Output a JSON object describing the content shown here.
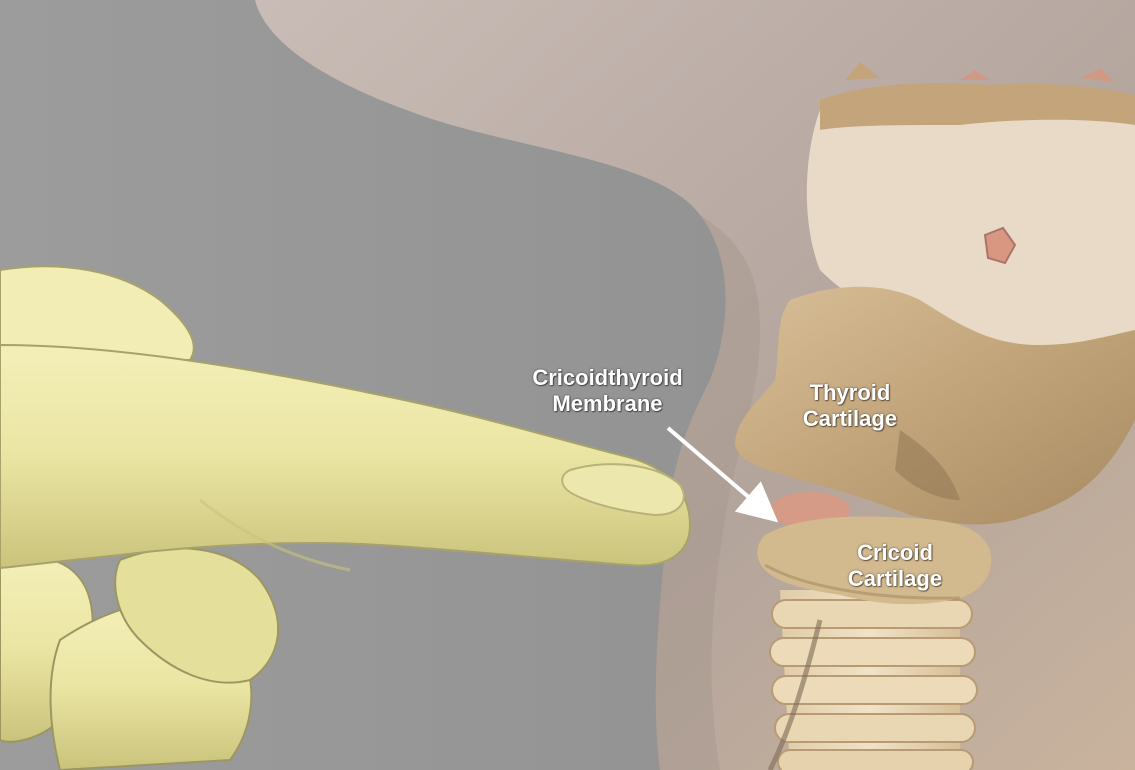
{
  "labels": {
    "membrane": {
      "line1": "Cricoidthyroid",
      "line2": "Membrane"
    },
    "thyroid": {
      "line1": "Thyroid",
      "line2": "Cartilage"
    },
    "cricoid": {
      "line1": "Cricoid",
      "line2": "Cartilage"
    }
  },
  "colors": {
    "background": "#9a9a9a",
    "neck_skin": "#b9aaa3",
    "finger": "#ece7a6",
    "cartilage": "#c8aa80",
    "membrane": "#d89a84",
    "arrow": "#ffffff"
  },
  "icons": {
    "arrow": "arrow-down-right-icon"
  }
}
